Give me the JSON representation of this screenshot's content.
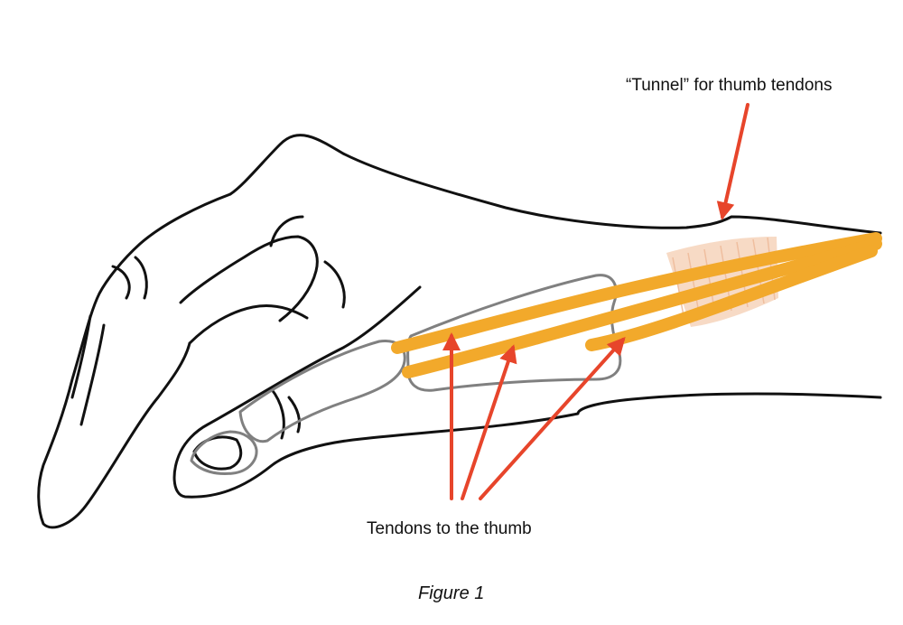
{
  "labels": {
    "tunnel": "“Tunnel” for thumb tendons",
    "tendons": "Tendons to the thumb"
  },
  "caption": "Figure 1",
  "colors": {
    "outline": "#111111",
    "bone": "#808080",
    "tendon": "#f2a92b",
    "tunnel": "#f6d3bb",
    "arrow": "#e7452b"
  }
}
